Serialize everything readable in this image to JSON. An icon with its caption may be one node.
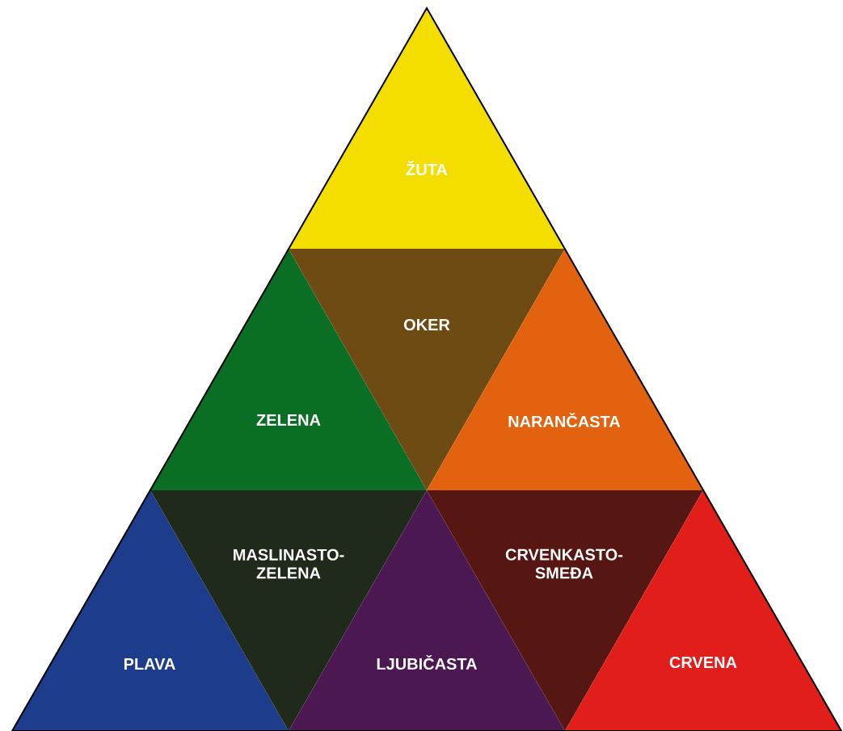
{
  "diagram": {
    "nodes": [
      {
        "text": [
          "ŽUTA"
        ]
      },
      {
        "text": [
          "ZELENA"
        ]
      },
      {
        "text": [
          "OKER"
        ]
      },
      {
        "text": [
          "NARANČASTA"
        ]
      },
      {
        "text": [
          "PLAVA"
        ]
      },
      {
        "text": [
          "MASLINASTO-ZELENA"
        ]
      },
      {
        "text": [
          "LJUBIČASTA"
        ]
      },
      {
        "text": [
          "CRVENKASTO-SMEĐA"
        ]
      },
      {
        "text": [
          "CRVENA"
        ]
      }
    ]
  }
}
